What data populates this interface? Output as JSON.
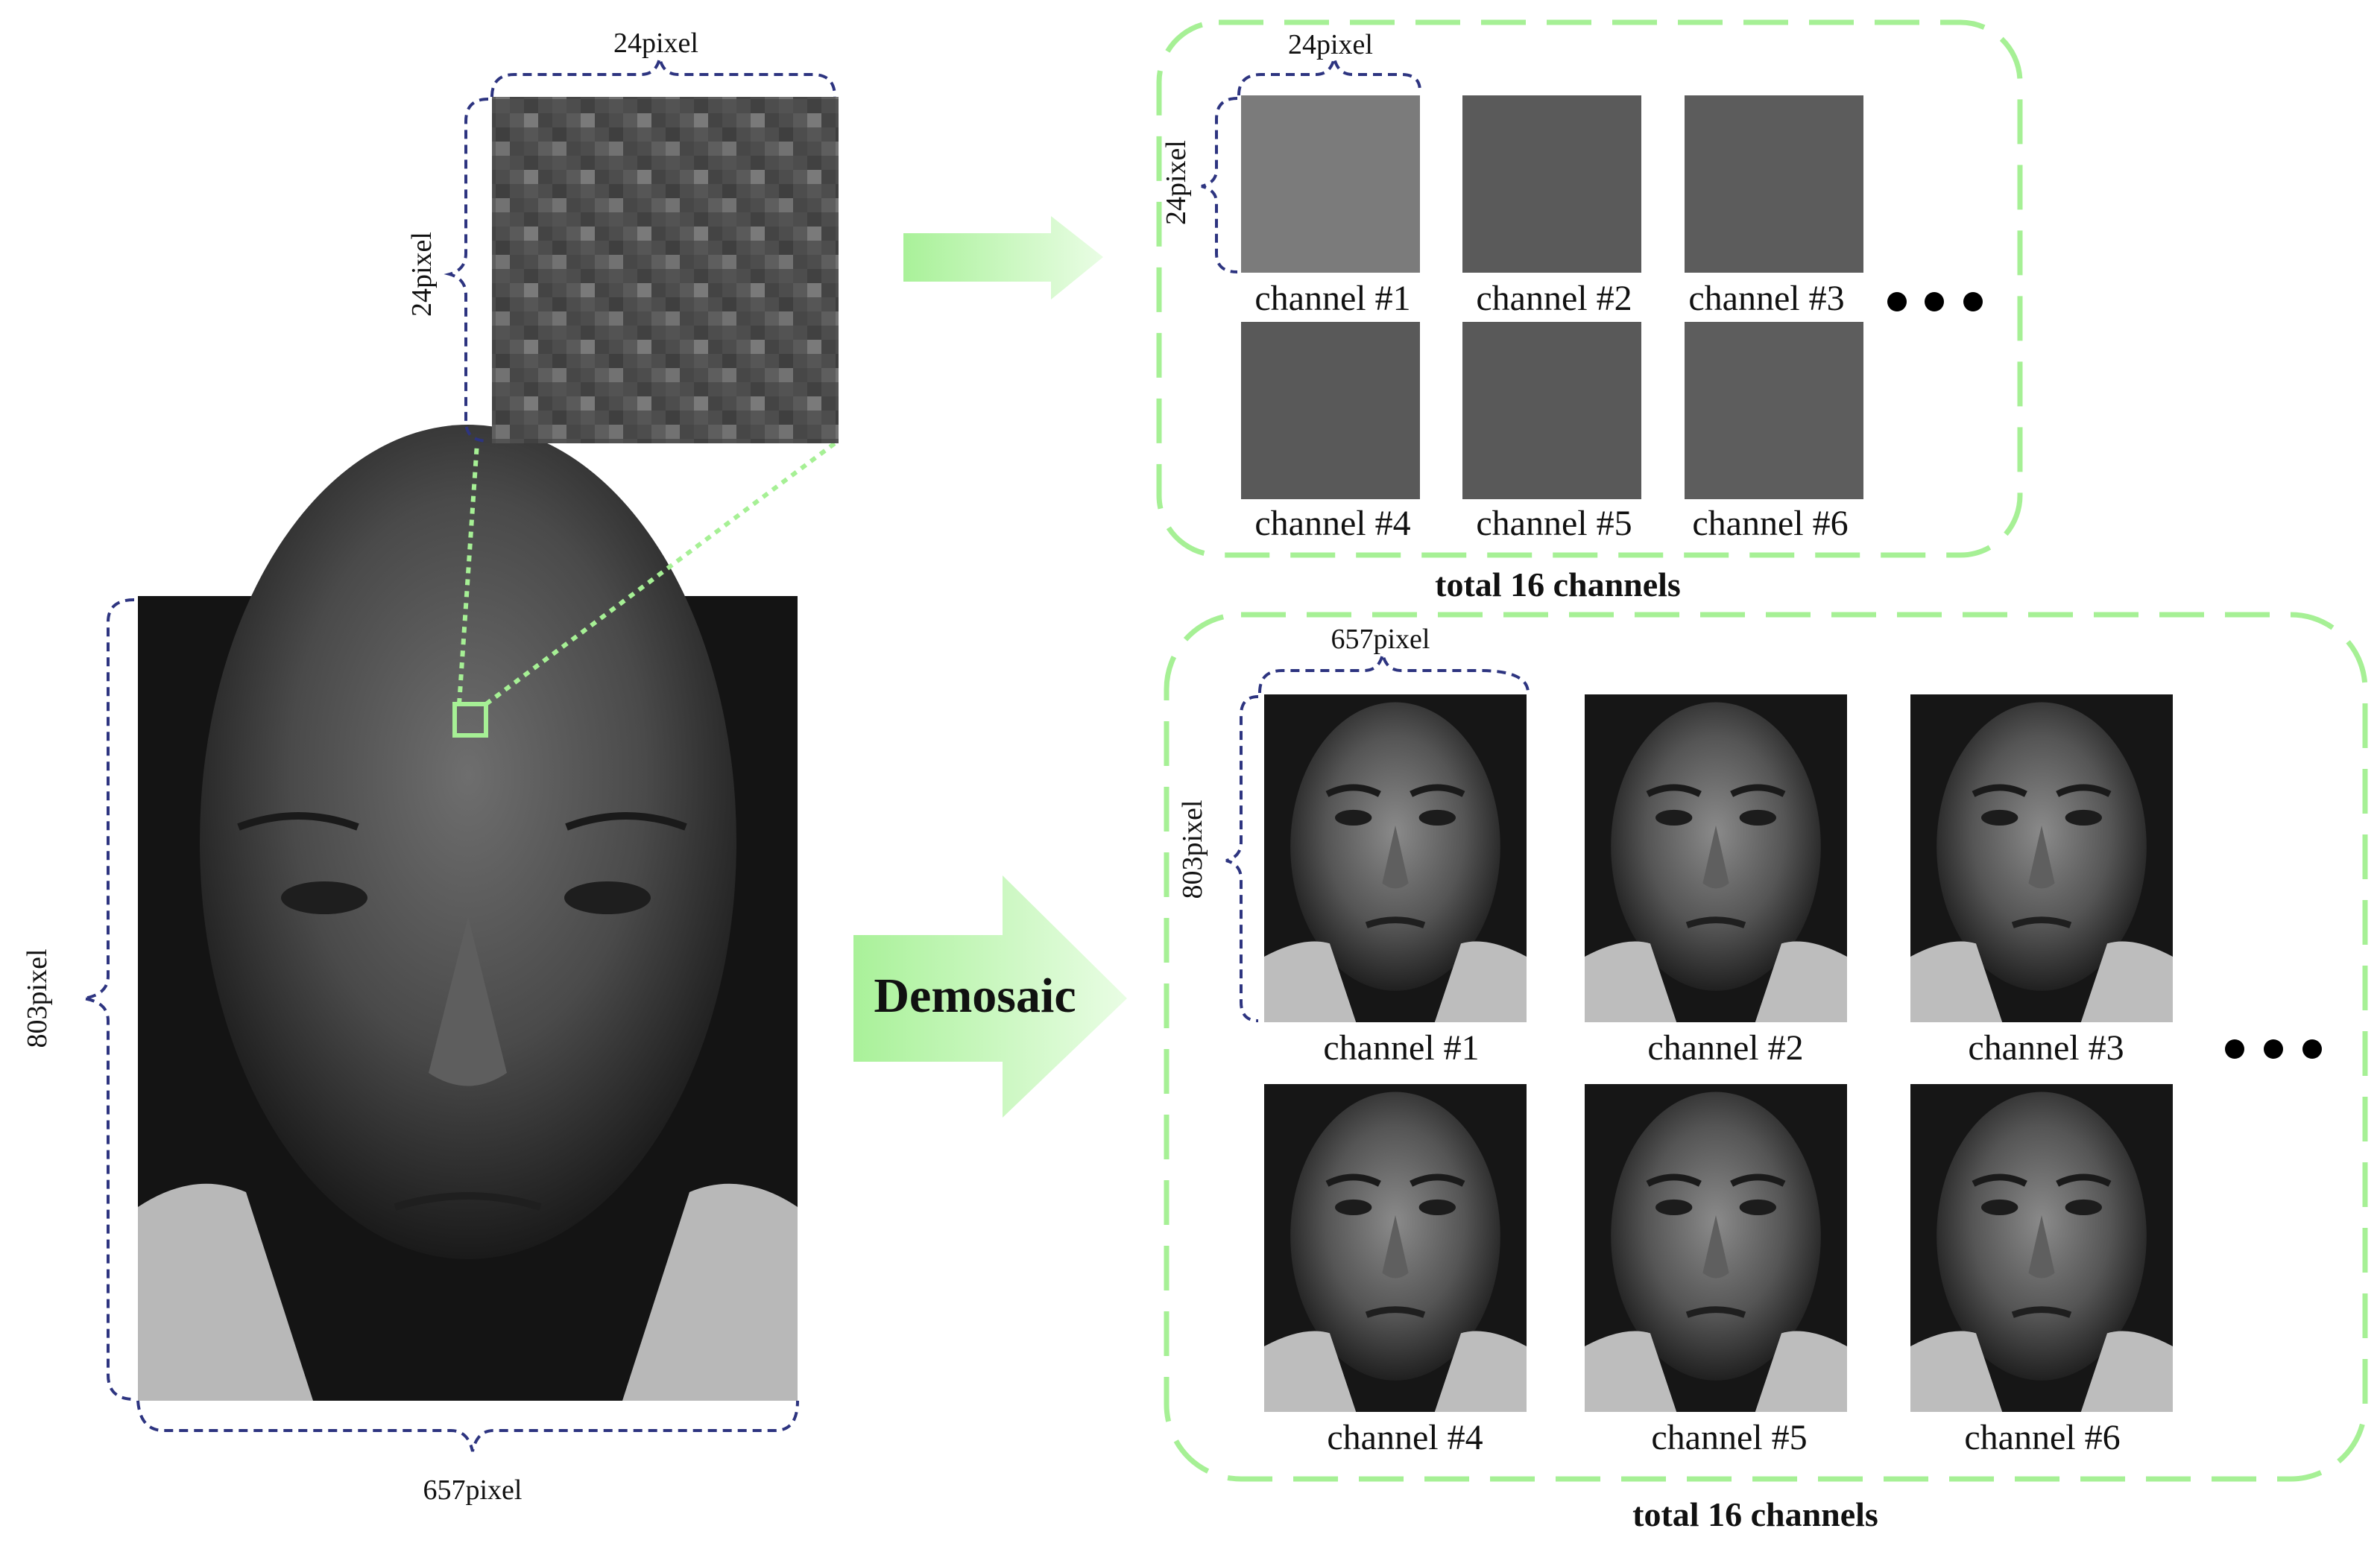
{
  "raw_image": {
    "width_label": "657pixel",
    "height_label": "803pixel"
  },
  "zoom_patch": {
    "width_label": "24pixel",
    "height_label": "24pixel"
  },
  "patch_channels": {
    "width_label": "24pixel",
    "height_label": "24pixel",
    "channels": [
      "channel #1",
      "channel #2",
      "channel #3",
      "channel #4",
      "channel #5",
      "channel #6"
    ],
    "total_label": "total 16 channels"
  },
  "demosaic_arrow": {
    "label": "Demosaic"
  },
  "full_channels": {
    "width_label": "657pixel",
    "height_label": "803pixel",
    "channels": [
      "channel #1",
      "channel #2",
      "channel #3",
      "channel #4",
      "channel #5",
      "channel #6"
    ],
    "total_label": "total 16 channels"
  },
  "colors": {
    "brace": "#2d3480",
    "highlight_green": "#a6f095",
    "arrow_green": "#b8f5a8"
  }
}
